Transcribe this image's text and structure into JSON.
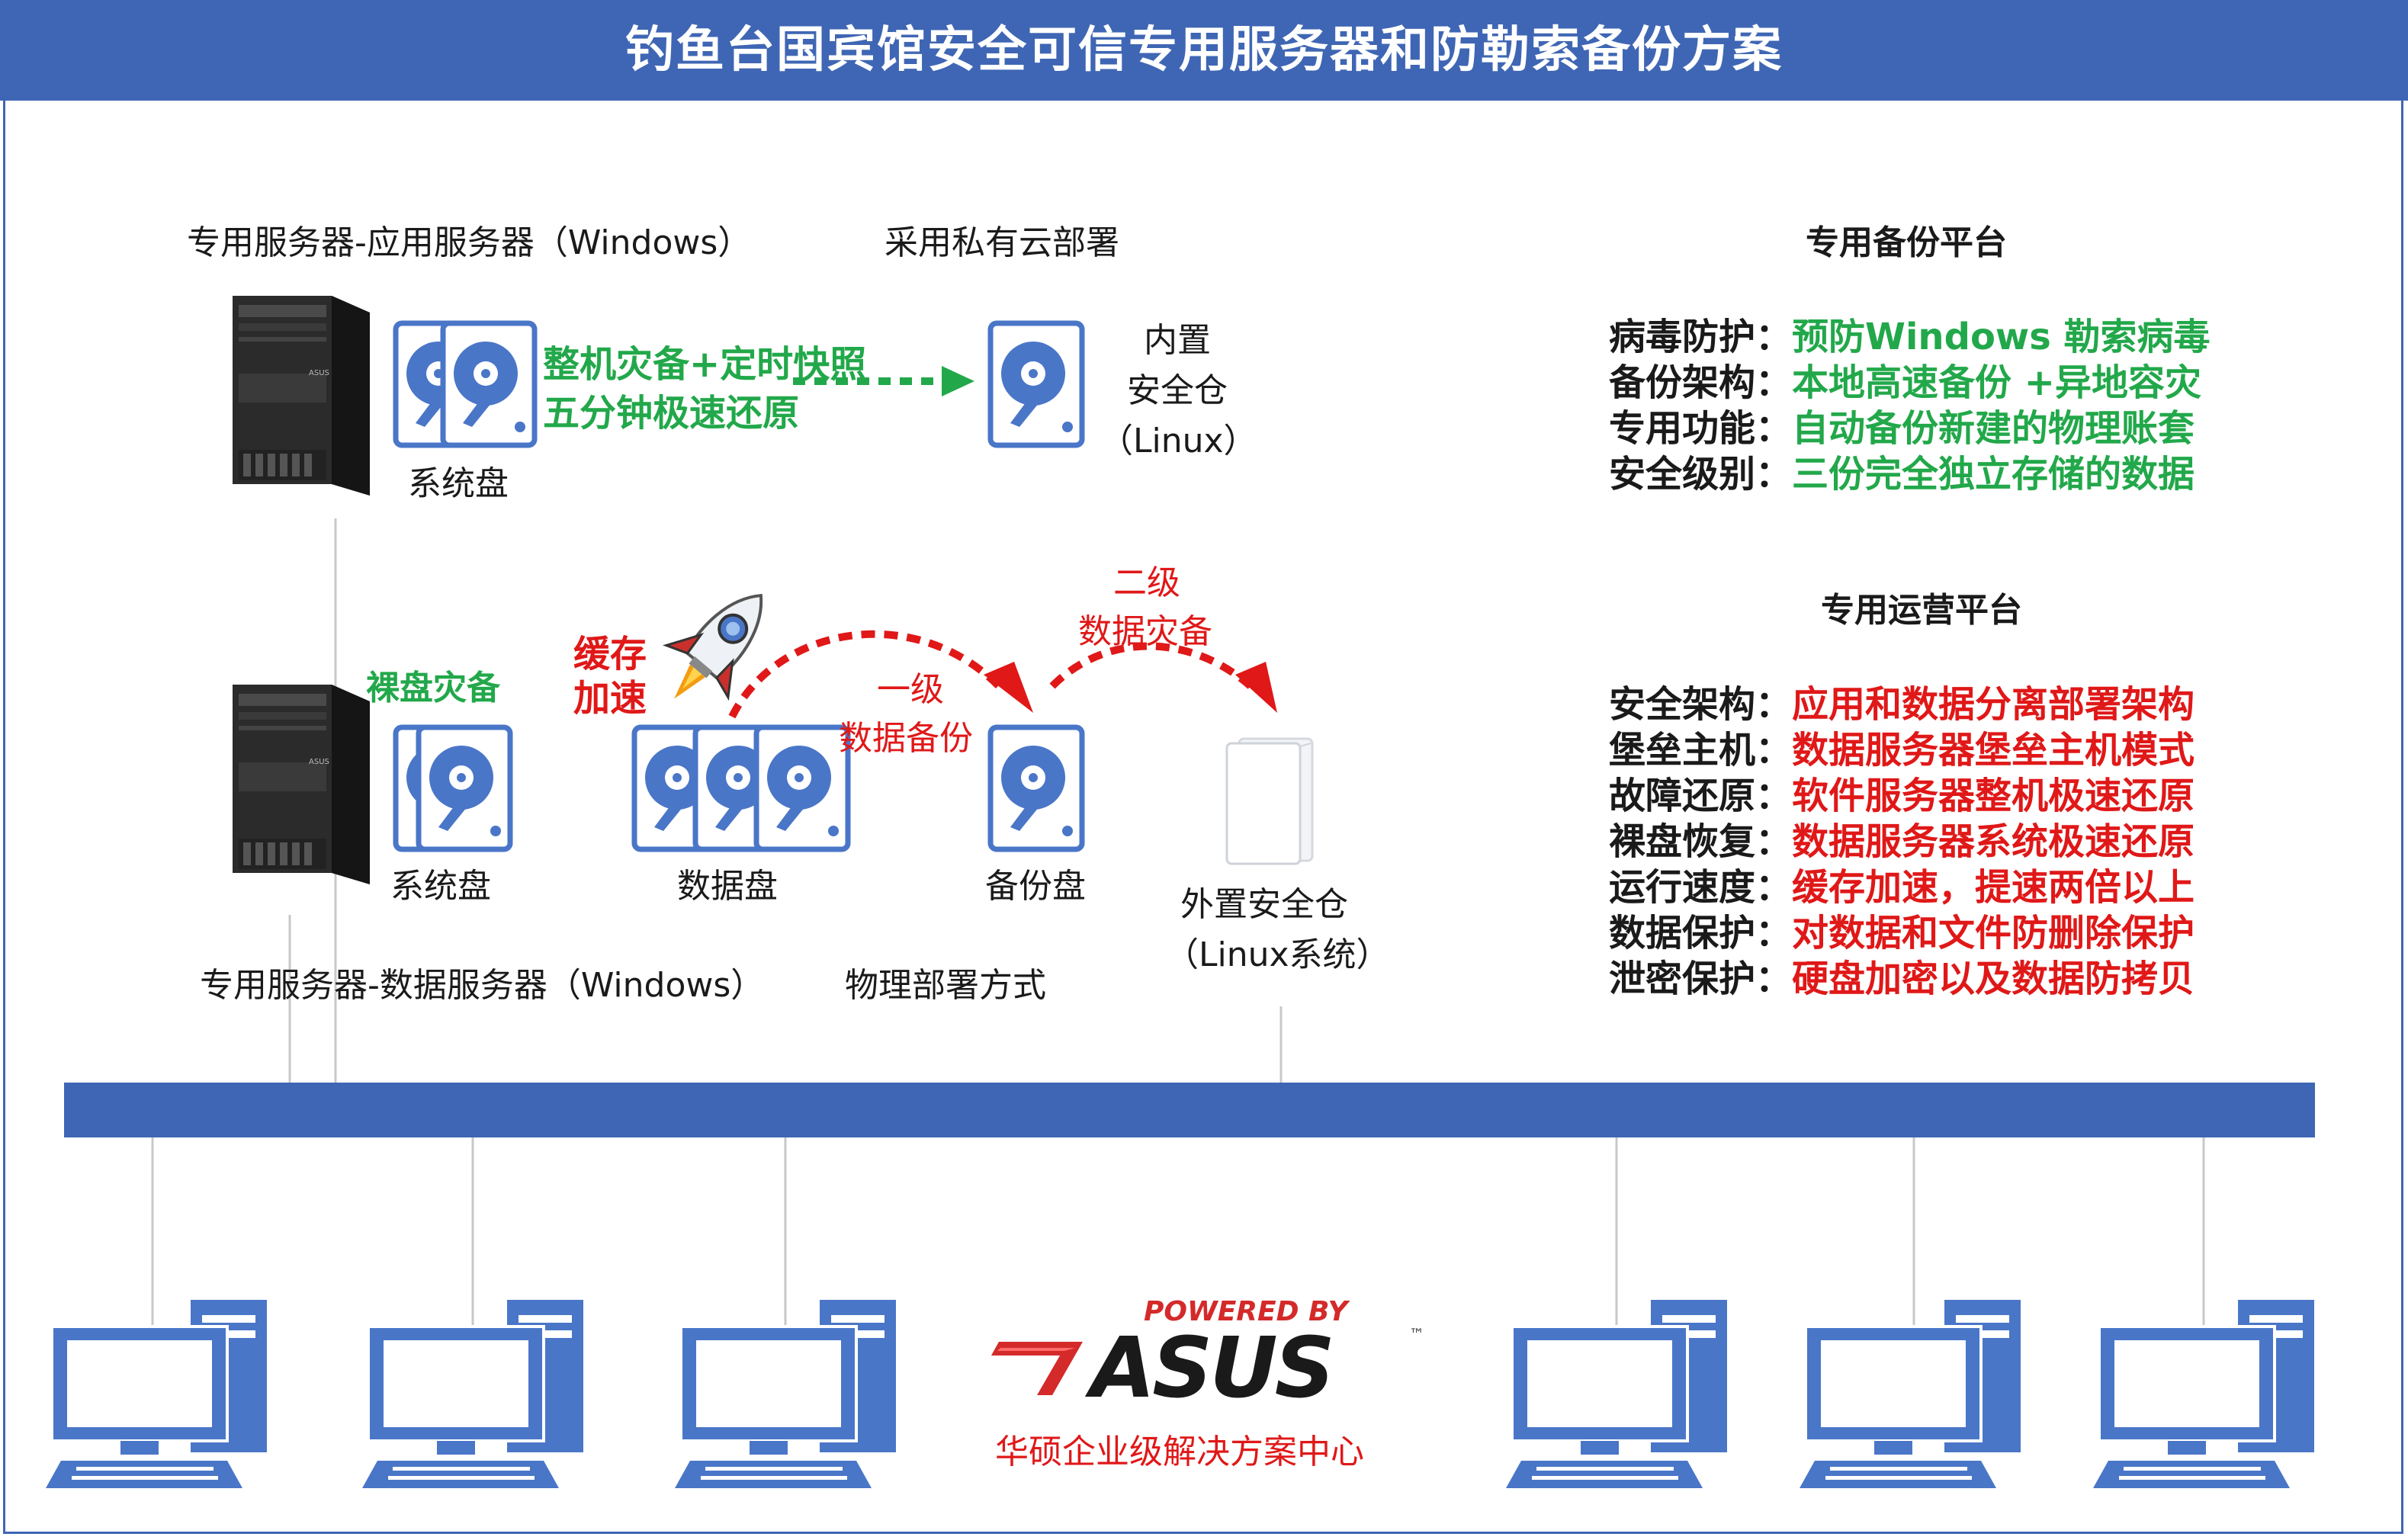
{
  "title": "钓鱼台国宾馆安全可信专用服务器和防勒索备份方案",
  "app_server": {
    "label": "专用服务器-应用服务器（Windows）",
    "deploy": "采用私有云部署",
    "disk_label": "系统盘",
    "flow_line1": "整机灾备+定时快照",
    "flow_line2": "五分钟极速还原",
    "vault_line1": "内置",
    "vault_line2": "安全仓",
    "vault_line3": "（Linux）"
  },
  "data_server": {
    "label": "专用服务器-数据服务器（Windows）",
    "deploy": "物理部署方式",
    "bare_disk": "裸盘灾备",
    "sys_disk": "系统盘",
    "cache_line1": "缓存",
    "cache_line2": "加速",
    "data_disk": "数据盘",
    "backup_disk": "备份盘",
    "level1_line1": "一级",
    "level1_line2": "数据备份",
    "level2_line1": "二级",
    "level2_line2": "数据灾备",
    "ext_vault_line1": "外置安全仓",
    "ext_vault_line2": "（Linux系统）"
  },
  "backup_platform": {
    "heading": "专用备份平台",
    "items": [
      {
        "key": "病毒防护：",
        "value": "预防Windows 勒索病毒"
      },
      {
        "key": "备份架构：",
        "value": "本地高速备份 +异地容灾"
      },
      {
        "key": "专用功能：",
        "value": "自动备份新建的物理账套"
      },
      {
        "key": "安全级别：",
        "value": "三份完全独立存储的数据"
      }
    ]
  },
  "ops_platform": {
    "heading": "专用运营平台",
    "items": [
      {
        "key": "安全架构：",
        "value": "应用和数据分离部署架构"
      },
      {
        "key": "堡垒主机：",
        "value": "数据服务器堡垒主机模式"
      },
      {
        "key": "故障还原：",
        "value": "软件服务器整机极速还原"
      },
      {
        "key": "裸盘恢复：",
        "value": "数据服务器系统极速还原"
      },
      {
        "key": "运行速度：",
        "value": "缓存加速，提速两倍以上"
      },
      {
        "key": "数据保护：",
        "value": "对数据和文件防删除保护"
      },
      {
        "key": "泄密保护：",
        "value": "硬盘加密以及数据防拷贝"
      }
    ]
  },
  "branding": {
    "powered_by": "POWERED BY",
    "logo": "ASUS",
    "tm": "™",
    "center_name": "华硕企业级解决方案中心"
  },
  "colors": {
    "blue": "#3f66b4",
    "pc_blue": "#4a76c8",
    "green": "#22a84a",
    "red": "#e01818"
  }
}
